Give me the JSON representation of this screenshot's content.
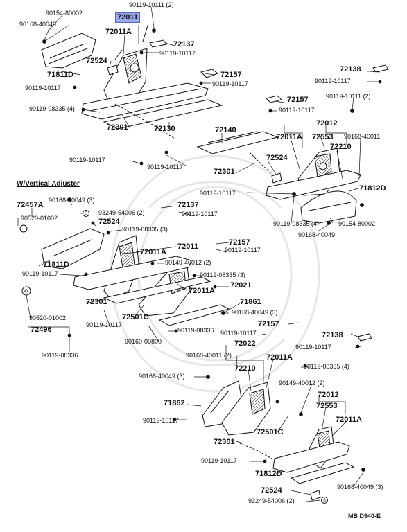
{
  "section_title": "W/Vertical Adjuster",
  "diagram_code": "MB D940-E",
  "highlight_color": "#9aa8e8",
  "callouts": {
    "c01": "90119-10111 (2)",
    "c02": "90154-80002",
    "c03": "72011",
    "c04": "90168-40049",
    "c05": "72011A",
    "c06": "72137",
    "c07": "90119-10117",
    "c08": "72524",
    "c09": "71811D",
    "c10": "90119-10117",
    "c11": "72157",
    "c12": "90119-10117",
    "c13": "72138",
    "c14": "90119-10117",
    "c15": "90119-08335 (4)",
    "c16": "72157",
    "c17": "90119-10111 (2)",
    "c18": "72301",
    "c19": "72130",
    "c20": "90119-10117",
    "c21": "72012",
    "c22": "72140",
    "c23": "72011A",
    "c24": "72553",
    "c25": "90168-40011",
    "c26": "72210",
    "c27": "90119-10117",
    "c28": "90119-10117",
    "c29": "72524",
    "c30": "72301",
    "c31": "71812D",
    "c32": "90119-10117",
    "c33": "72457A",
    "c34": "90168-40049 (3)",
    "c35": "93249-54006 (2)",
    "c36": "72137",
    "c37": "90119-10117",
    "c38": "90520-01002",
    "c39": "72524",
    "c40": "90119-08335 (4)",
    "c41": "90154-80002",
    "c42": "90168-40049",
    "c43": "90119-08335 (3)",
    "c44": "72157",
    "c45": "72011",
    "c46": "90119-10117",
    "c47": "72011A",
    "c48": "71811D",
    "c49": "90149-40012 (2)",
    "c50": "90119-10117",
    "c51": "90119-08335 (3)",
    "c52": "72021",
    "c53": "72011A",
    "c54": "72301",
    "c55": "71861",
    "c56": "72501C",
    "c57": "90168-40049 (3)",
    "c58": "90520-01002",
    "c59": "90119-10117",
    "c60": "90119-08336",
    "c61": "72496",
    "c62": "72157",
    "c63": "90119-10117",
    "c64": "72138",
    "c65": "90160-00800",
    "c66": "72022",
    "c67": "90119-10117",
    "c68": "90119-08336",
    "c69": "90168-40011 (2)",
    "c70": "72011A",
    "c71": "72210",
    "c72": "90119-08335 (4)",
    "c73": "90168-40049 (3)",
    "c74": "90149-40012 (2)",
    "c75": "71862",
    "c76": "72012",
    "c77": "72553",
    "c78": "90119-10117",
    "c79": "72011A",
    "c80": "72501C",
    "c81": "72301",
    "c82": "90119-10117",
    "c83": "71812D",
    "c84": "72524",
    "c85": "90168-40049 (3)",
    "c86": "93249-54006 (2)"
  }
}
